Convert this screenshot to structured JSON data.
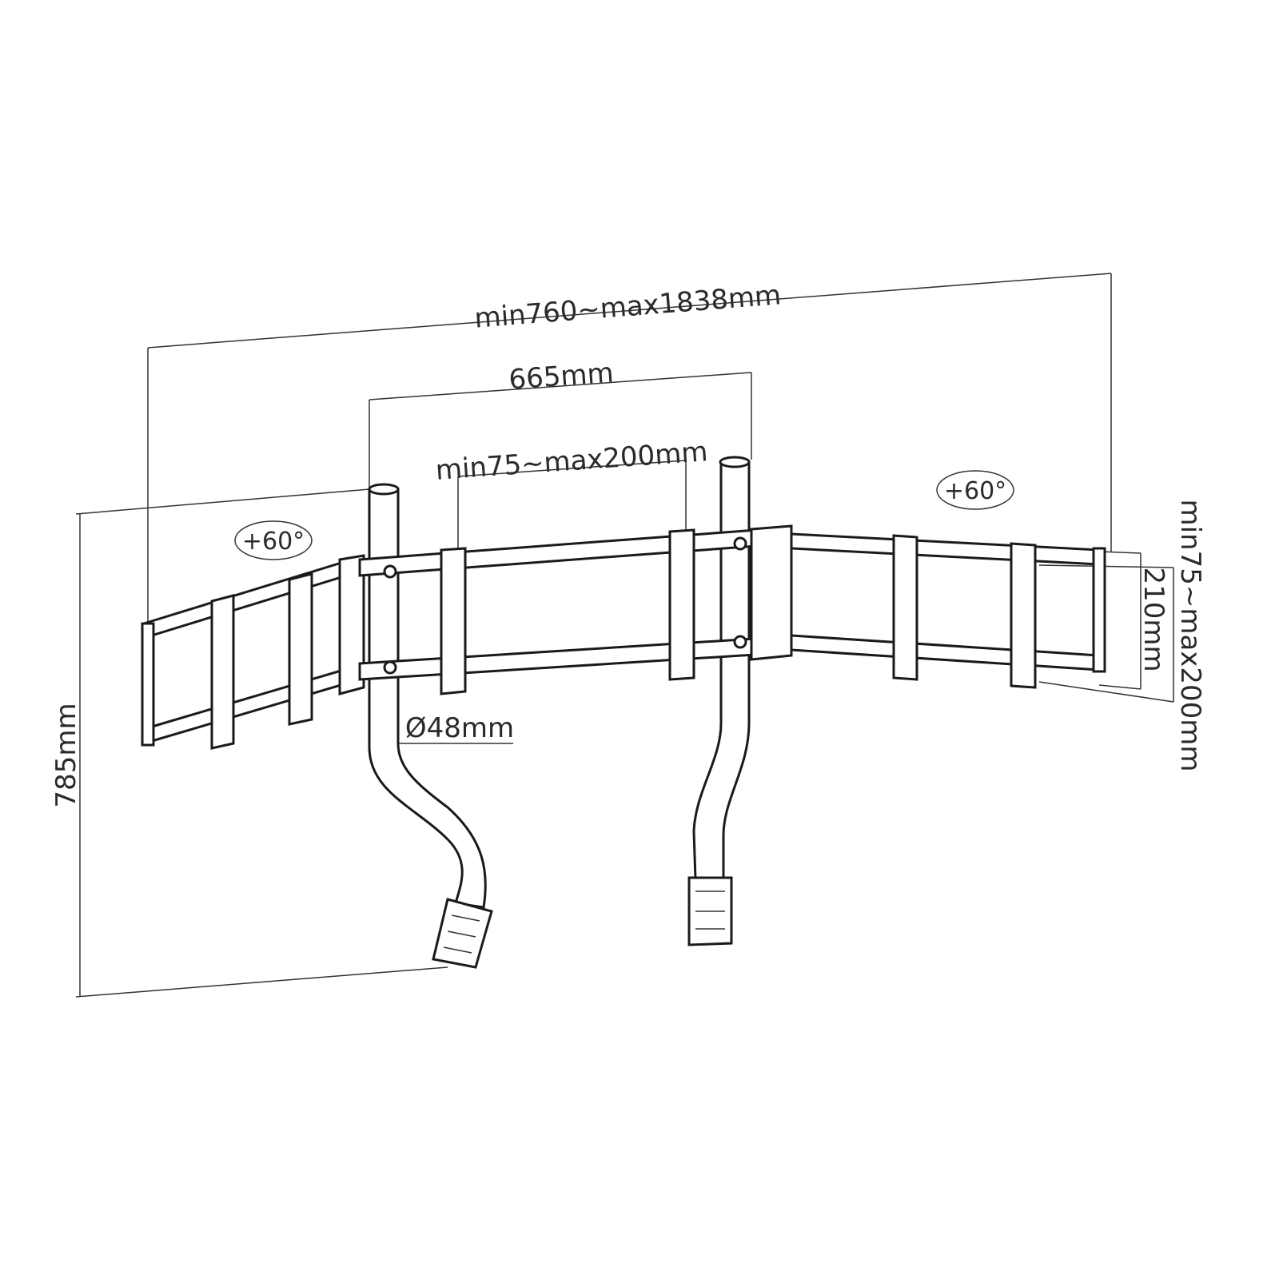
{
  "dimensions": {
    "overall_width": "min760~max1838mm",
    "pole_spacing": "665mm",
    "vesa_horizontal": "min75~max200mm",
    "height": "785mm",
    "pole_diameter": "Ø48mm",
    "plate_height": "210mm",
    "vesa_vertical": "min75~max200mm"
  },
  "rotation": {
    "left": "+60°",
    "right": "+60°"
  }
}
